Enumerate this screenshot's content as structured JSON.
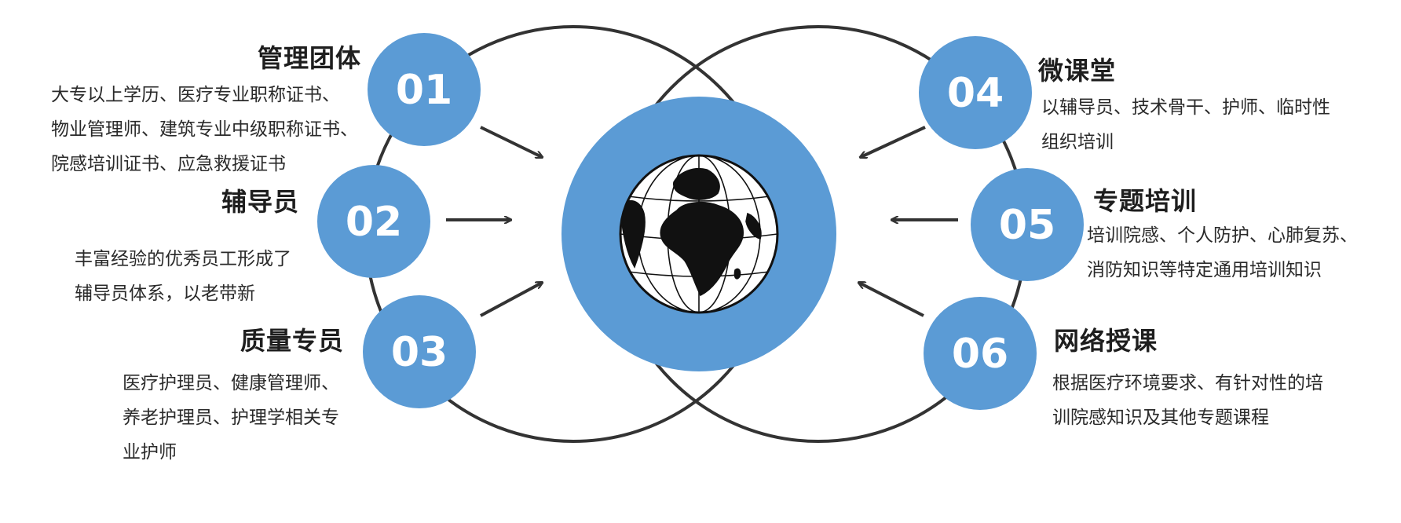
{
  "colors": {
    "accent": "#5b9bd5",
    "ring": "#333333",
    "arrow": "#333333",
    "text": "#222222"
  },
  "items": [
    {
      "num": "01",
      "title": "管理团体",
      "lines": [
        "大专以上学历、医疗专业职称证书、",
        "物业管理师、建筑专业中级职称证书、",
        "院感培训证书、应急救援证书"
      ]
    },
    {
      "num": "02",
      "title": "辅导员",
      "lines": [
        "丰富经验的优秀员工形成了",
        "辅导员体系，以老带新"
      ]
    },
    {
      "num": "03",
      "title": "质量专员",
      "lines": [
        "医疗护理员、健康管理师、",
        "养老护理员、护理学相关专",
        "业护师"
      ]
    },
    {
      "num": "04",
      "title": "微课堂",
      "lines": [
        "以辅导员、技术骨干、护师、临时性",
        "组织培训"
      ]
    },
    {
      "num": "05",
      "title": "专题培训",
      "lines": [
        "培训院感、个人防护、心肺复苏、",
        "消防知识等特定通用培训知识"
      ]
    },
    {
      "num": "06",
      "title": "网络授课",
      "lines": [
        "根据医疗环境要求、有针对性的培",
        "训院感知识及其他专题课程"
      ]
    }
  ],
  "center": {
    "icon": "globe-icon"
  }
}
